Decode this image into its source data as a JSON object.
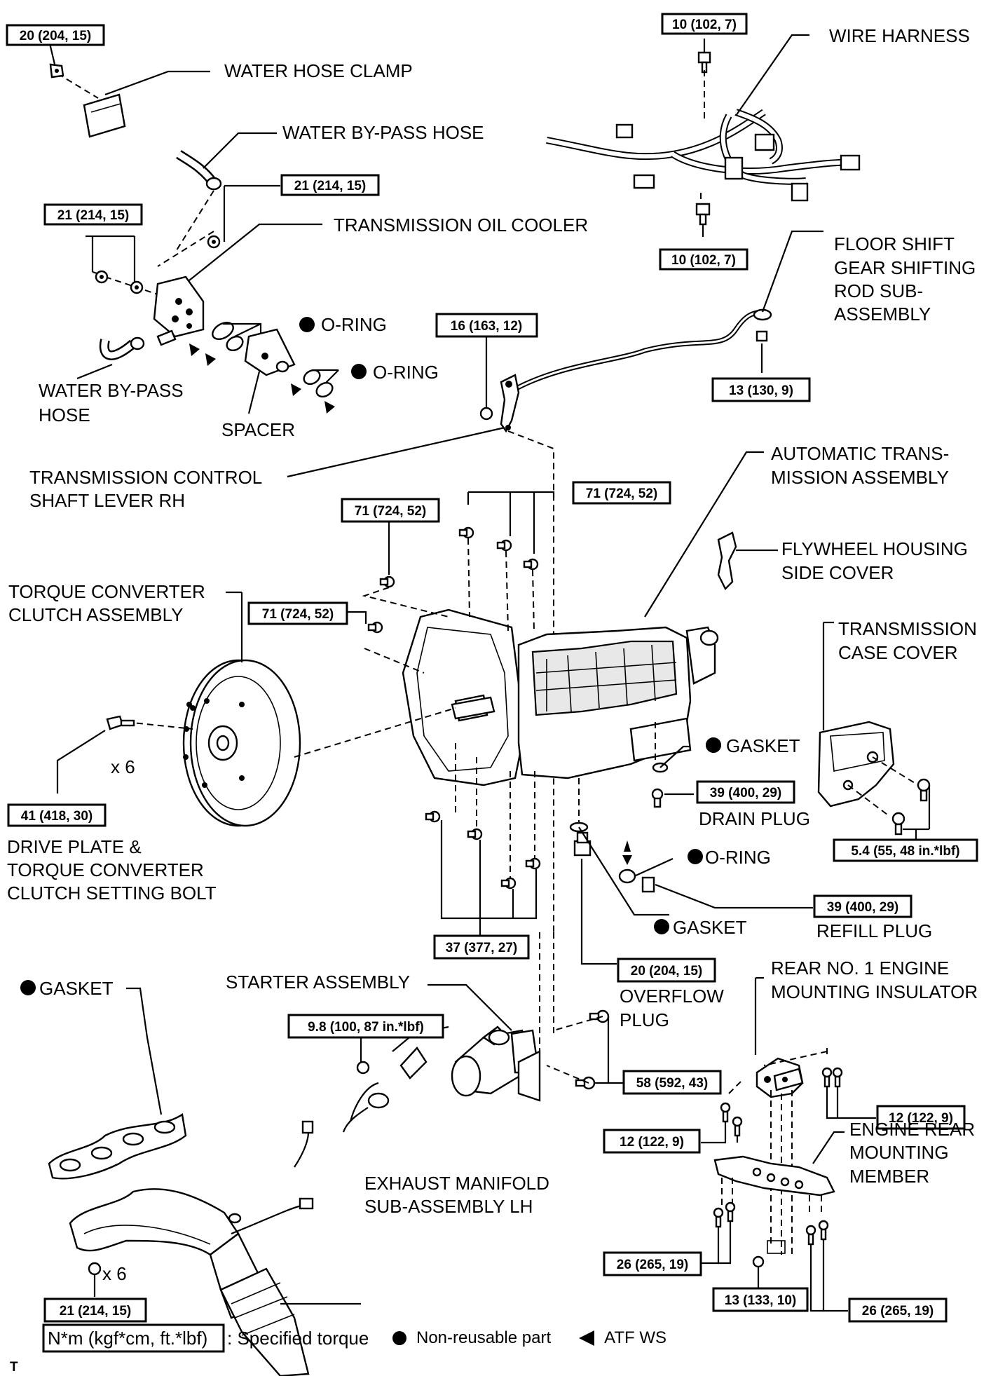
{
  "torque_specs": {
    "t_clamp": "20 (204, 15)",
    "t_wire_top": "10 (102, 7)",
    "t_wire_bottom": "10 (102, 7)",
    "t_cooler_right": "21 (214, 15)",
    "t_cooler_left": "21 (214, 15)",
    "t_control_lever": "16 (163, 12)",
    "t_floor_shift": "13 (130, 9)",
    "t_case_top_right": "71 (724, 52)",
    "t_case_top_left": "71 (724, 52)",
    "t_case_left": "71 (724, 52)",
    "t_drive_plate": "41 (418, 30)",
    "t_drain": "39 (400, 29)",
    "t_case_cover": "5.4 (55, 48 in.*lbf)",
    "t_refill": "39 (400, 29)",
    "t_case_bottom": "37 (377, 27)",
    "t_overflow": "20 (204, 15)",
    "t_starter_wire": "9.8 (100, 87 in.*lbf)",
    "t_starter": "58 (592, 43)",
    "t_insulator_right": "12 (122, 9)",
    "t_insulator_left": "12 (122, 9)",
    "t_exhaust": "21 (214, 15)",
    "t_member_left": "26 (265, 19)",
    "t_member_center": "13 (133, 10)",
    "t_member_right": "26 (265, 19)"
  },
  "labels": {
    "water_hose_clamp": "WATER HOSE CLAMP",
    "water_bypass_hose_top": "WATER BY-PASS HOSE",
    "trans_oil_cooler": "TRANSMISSION OIL COOLER",
    "oring_1": "O-RING",
    "oring_2": "O-RING",
    "water_bypass_hose_left_1": "WATER BY-PASS",
    "water_bypass_hose_left_2": "HOSE",
    "spacer": "SPACER",
    "wire_harness": "WIRE HARNESS",
    "floor_shift_1": "FLOOR SHIFT",
    "floor_shift_2": "GEAR SHIFTING",
    "floor_shift_3": "ROD SUB-",
    "floor_shift_4": "ASSEMBLY",
    "control_lever_1": "TRANSMISSION CONTROL",
    "control_lever_2": "SHAFT LEVER RH",
    "auto_trans_1": "AUTOMATIC TRANS-",
    "auto_trans_2": "MISSION ASSEMBLY",
    "flywheel_cover_1": "FLYWHEEL HOUSING",
    "flywheel_cover_2": "SIDE COVER",
    "torque_conv_1": "TORQUE CONVERTER",
    "torque_conv_2": "CLUTCH ASSEMBLY",
    "case_cover_1": "TRANSMISSION",
    "case_cover_2": "CASE COVER",
    "x6_drive": "x 6",
    "gasket_drain": "GASKET",
    "drain_plug": "DRAIN PLUG",
    "drive_plate_1": "DRIVE PLATE &",
    "drive_plate_2": "TORQUE CONVERTER",
    "drive_plate_3": "CLUTCH SETTING BOLT",
    "oring_refill": "O-RING",
    "gasket_refill": "GASKET",
    "refill_plug": "REFILL PLUG",
    "overflow_1": "OVERFLOW",
    "overflow_2": "PLUG",
    "gasket_exhaust": "GASKET",
    "starter": "STARTER ASSEMBLY",
    "rear_insulator_1": "REAR NO. 1 ENGINE",
    "rear_insulator_2": "MOUNTING INSULATOR",
    "engine_rear_1": "ENGINE REAR",
    "engine_rear_2": "MOUNTING",
    "engine_rear_3": "MEMBER",
    "x6_exhaust": "x 6",
    "exhaust_1": "EXHAUST MANIFOLD",
    "exhaust_2": "SUB-ASSEMBLY LH"
  },
  "legend": {
    "torque_key": "N*m (kgf*cm, ft.*lbf)",
    "torque_desc": ": Specified torque",
    "nonreusable": "Non-reusable part",
    "atf": "ATF WS"
  },
  "footer_mark": "T"
}
